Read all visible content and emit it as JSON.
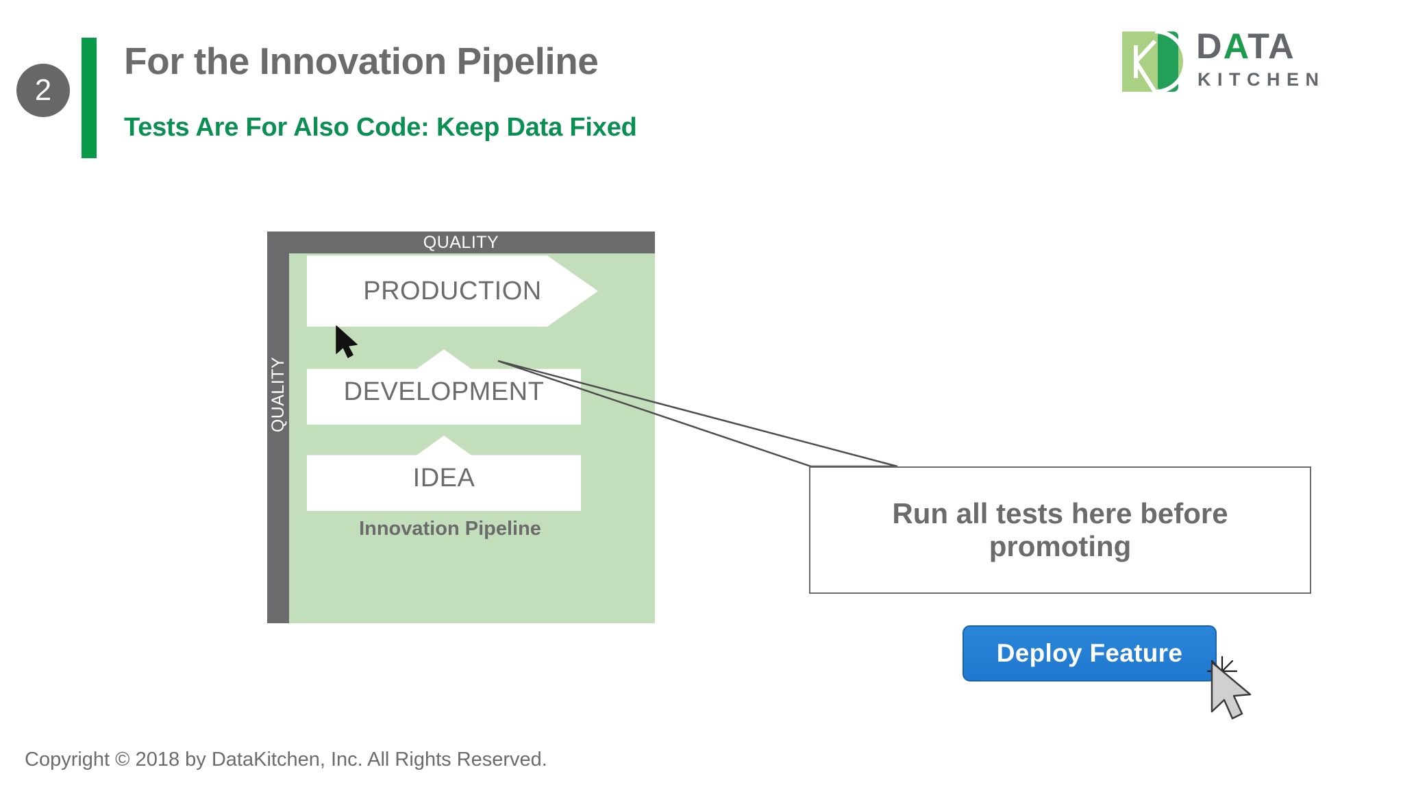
{
  "slide": {
    "step_number": "2",
    "title": "For the Innovation Pipeline",
    "subtitle": "Tests Are For Also Code:  Keep Data Fixed",
    "accent_green": "#089949",
    "title_gray": "#6b6b6b",
    "subtitle_green": "#0a8f53"
  },
  "logo": {
    "word_d": "D",
    "word_a1": "A",
    "word_ta": "TA",
    "wordmark_top": "DATA",
    "wordmark_bottom": "KITCHEN",
    "mark_light_green": "#a9d083",
    "mark_dark_green": "#22a05a",
    "text_gray": "#63666a",
    "text_green": "#1c9a4e"
  },
  "pipeline": {
    "quality_top_label": "QUALITY",
    "quality_left_label": "QUALITY",
    "caption": "Innovation Pipeline",
    "stages": [
      {
        "label": "PRODUCTION"
      },
      {
        "label": "DEVELOPMENT"
      },
      {
        "label": "IDEA"
      }
    ],
    "frame_gray": "#6b6b6e",
    "panel_green": "#c3debb",
    "stage_fill": "#ffffff",
    "stage_text": "#6b6b6b"
  },
  "callout": {
    "text": "Run all tests here before promoting",
    "border_color": "#6b6b6b",
    "text_color": "#6b6b6b"
  },
  "button": {
    "label": "Deploy Feature",
    "fill": "#2176cf",
    "border": "#1565b0",
    "text_color": "#ffffff"
  },
  "cursors": {
    "pipeline_pointer": "arrow-cursor",
    "deploy_pointer": "arrow-cursor",
    "click_effect": "click-burst-icon"
  },
  "footer": {
    "copyright": "Copyright © 2018 by DataKitchen, Inc.  All Rights Reserved."
  }
}
